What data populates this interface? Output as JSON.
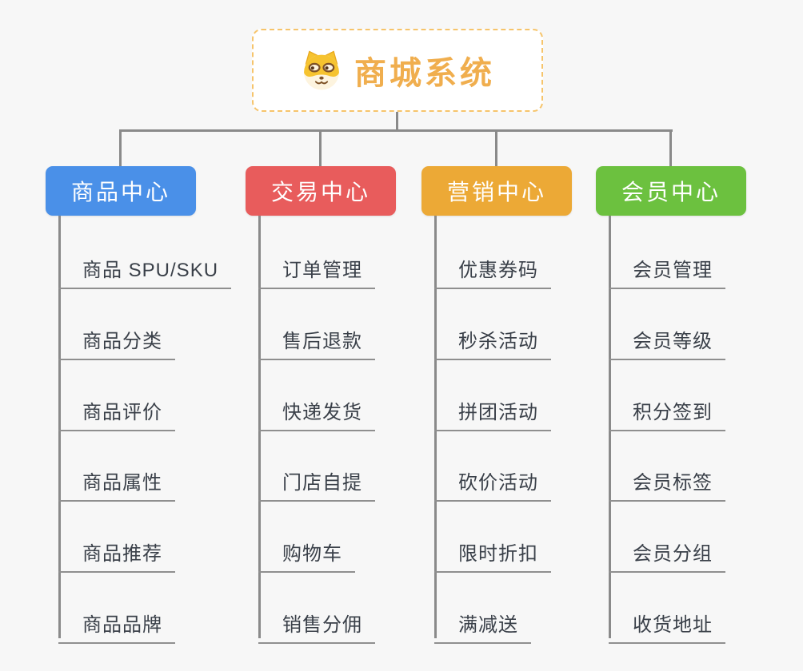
{
  "page": {
    "background": "#f7f7f7",
    "line_color": "#8a8a8a",
    "leaf_text_color": "#3a4049",
    "leaf_line_color": "#8f8f8f"
  },
  "root": {
    "title": "商城系统",
    "icon": "shiba-dog-icon",
    "text_color": "#f0ae4e",
    "border_color": "#f6c46b",
    "background": "#ffffff"
  },
  "branches": [
    {
      "label": "商品中心",
      "color": "#4a90e8",
      "children": [
        "商品 SPU/SKU",
        "商品分类",
        "商品评价",
        "商品属性",
        "商品推荐",
        "商品品牌"
      ]
    },
    {
      "label": "交易中心",
      "color": "#e85c5c",
      "children": [
        "订单管理",
        "售后退款",
        "快递发货",
        "门店自提",
        "购物车",
        "销售分佣"
      ]
    },
    {
      "label": "营销中心",
      "color": "#eca936",
      "children": [
        "优惠券码",
        "秒杀活动",
        "拼团活动",
        "砍价活动",
        "限时折扣",
        "满减送"
      ]
    },
    {
      "label": "会员中心",
      "color": "#6cc13f",
      "children": [
        "会员管理",
        "会员等级",
        "积分签到",
        "会员标签",
        "会员分组",
        "收货地址"
      ]
    }
  ]
}
